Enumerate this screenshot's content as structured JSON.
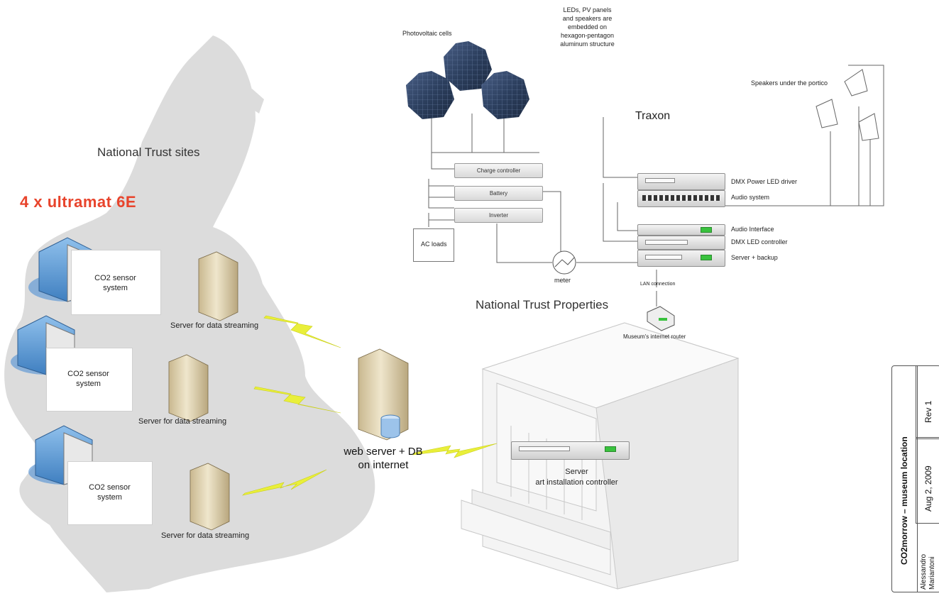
{
  "title": "National Trust sites",
  "ultramat_label": "4 x ultramat 6E",
  "sensor_label": "CO2 sensor\nsystem",
  "streaming_label": "Server for data streaming",
  "web_server_label": "web server + DB\non internet",
  "properties_label": "National Trust Properties",
  "installation_label": "Server\nart installation controller",
  "pv_label": "Photovoltaic cells",
  "structure_note": "LEDs, PV panels\nand speakers are\nembedded on\nhexagon-pentagon\naluminum structure",
  "speakers_label": "Speakers under the portico",
  "traxon_label": "Traxon",
  "power_units": [
    "Charge controller",
    "Battery",
    "Inverter"
  ],
  "ac_loads_label": "AC loads",
  "meter_label": "meter",
  "rack_labels": [
    "DMX Power LED driver",
    "Audio system",
    "Audio Interface",
    "DMX LED controller",
    "Server + backup"
  ],
  "lan_label": "LAN connection",
  "router_label": "Museum's internet router",
  "title_block": {
    "project": "CO2morrow – museum location",
    "revision": "Rev 1",
    "date": "Aug 2, 2009",
    "author": "Alessandro\nMariantoni"
  },
  "colors": {
    "accent_red": "#e8442c",
    "lightning": "#e9ef3a",
    "map_gray": "#dcdcdc",
    "pv_blue": "#2c3f5e",
    "led_green": "#39c23e"
  }
}
